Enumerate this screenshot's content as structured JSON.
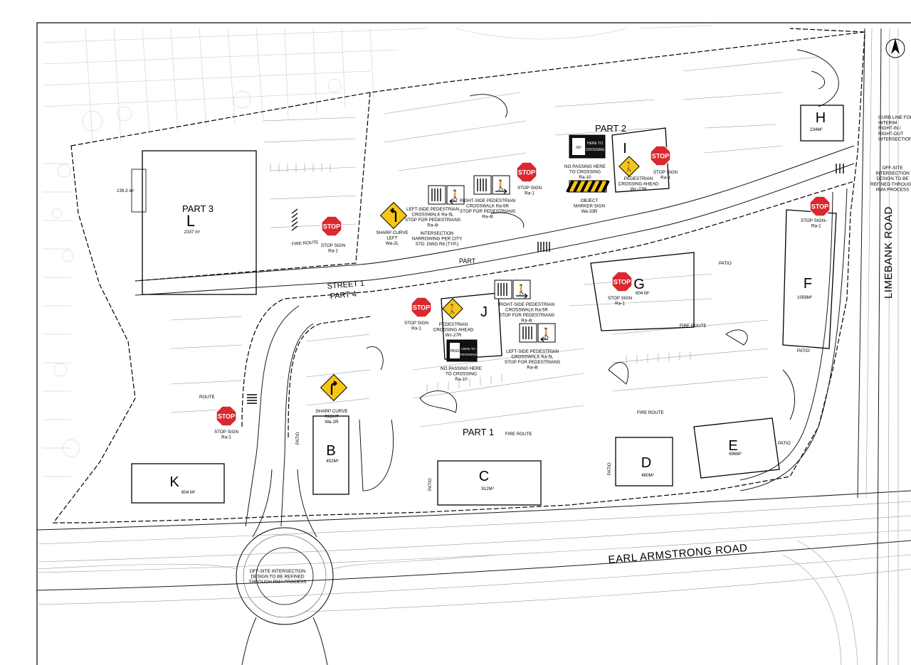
{
  "roads": {
    "earl_armstrong": "EARL ARMSTRONG ROAD",
    "limebank": "LIMEBANK ROAD",
    "street1": "STREET 1"
  },
  "parts": {
    "part1": "PART 1",
    "part2": "PART 2",
    "part3": "PART 3",
    "part4": "PART 4",
    "part_partial": "PART"
  },
  "buildings": {
    "L": {
      "letter": "L",
      "area": "2337 m²",
      "area_top": "139.3 m²"
    },
    "B": {
      "letter": "B",
      "area": "452M²"
    },
    "C": {
      "letter": "C",
      "area": "912M²"
    },
    "D": {
      "letter": "D",
      "area": "480M²"
    },
    "E": {
      "letter": "E",
      "area": "696M²"
    },
    "F": {
      "letter": "F",
      "area": "1056M²"
    },
    "G": {
      "letter": "G",
      "area": "804 M²"
    },
    "H": {
      "letter": "H",
      "area": "234M²"
    },
    "K": {
      "letter": "K",
      "area": "804 M²"
    },
    "I": {
      "letter": "I"
    },
    "J": {
      "letter": "J"
    }
  },
  "notes": {
    "offsite_bottom": [
      "OFF-SITE INTERSECTION",
      "DESIGN TO BE REFINED",
      "THROUGH RMA PROCESS"
    ],
    "offsite_right": [
      "OFF-SITE",
      "INTERSECTION",
      "DESIGN TO BE",
      "REFINED THROUGH",
      "RMA PROCESS"
    ],
    "curb_line": [
      "CURB LINE FOR",
      "INTERIM",
      "RIGHT-IN /",
      "RIGHT-OUT",
      "INTERSECTION"
    ],
    "intersection_narrowing": [
      "INTERSECTION",
      "NARROWING PER CITY",
      "STD. DWG R8 (TYP.)"
    ]
  },
  "sign_texts": {
    "stop": "STOP",
    "stop_sign": [
      "STOP SIGN",
      "Ra-1"
    ],
    "stop_sign_dash": "STOP SIGN–",
    "stop_code": "Ra-1",
    "sharp_left": [
      "SHARP CURVE",
      "LEFT",
      "Wa-2L"
    ],
    "sharp_right": [
      "SHARP CURVE",
      "RIGHT",
      "Wa-2R"
    ],
    "ped_crossing_1": [
      "PEDESTRIAN",
      "CROSSING AHEAD",
      "Wc-27R"
    ],
    "ped_crossing_2": [
      "PEDESTRIAN",
      "CROSSING AHEAD",
      "Wc-27R"
    ],
    "no_passing_1": [
      "NO PASSING HERE",
      "TO CROSSING",
      "Ra-10"
    ],
    "no_passing_2": [
      "NO PASSING HERE",
      "TO CROSSING",
      "Ra-10"
    ],
    "left_crosswalk_1": [
      "LEFT-SIDE PEDESTRIAN",
      "CROSSWALK Ra-5L",
      "STOP FOR PEDESTRIANS",
      "Ra-4t"
    ],
    "right_crosswalk_1": [
      "RIGHT-SIDE PEDESTRIAN",
      "CROSSWALK Ra-5R",
      "STOP FOR PEDESTRIANS",
      "Ra-4t"
    ],
    "right_crosswalk_2": [
      "RIGHT-SIDE PEDESTRIAN",
      "CROSSWALK Ra-5R",
      "STOP FOR PEDESTRIANS",
      "Ra-4t"
    ],
    "left_crosswalk_2": [
      "LEFT-SIDE PEDESTRIAN",
      "CROSSWALK Ra-5L",
      "STOP FOR PEDESTRIANS",
      "Ra-4t"
    ],
    "object_marker": [
      "OBJECT",
      "MARKER SIGN",
      "Wa-33R"
    ],
    "no_passing_sign": [
      "NO",
      "PASS",
      "HERE TO",
      "CROSSING"
    ]
  },
  "misc": {
    "fire_route": "FIRE ROUTE",
    "patio": "PATIO",
    "route": "ROUTE"
  }
}
